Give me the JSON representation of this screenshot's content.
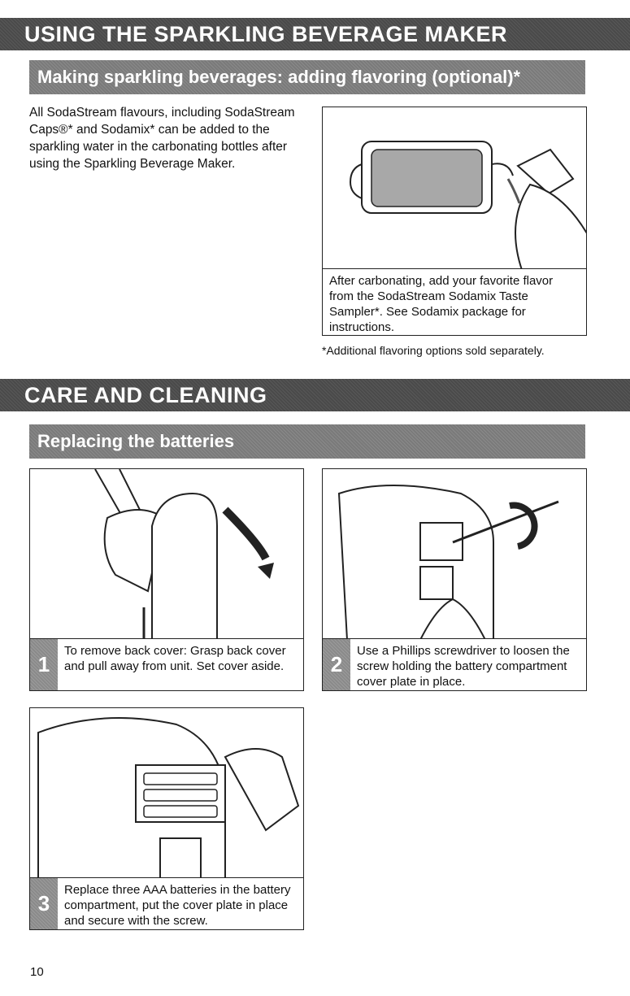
{
  "section1": {
    "banner": "USING THE SPARKLING BEVERAGE MAKER",
    "subheading": "Making sparkling beverages: adding flavoring (optional)*",
    "intro": "All SodaStream flavours, including SodaStream Caps®* and Sodamix* can be added to the sparkling water in the carbonating bottles after using the Sparkling Beverage Maker.",
    "figure_caption": "After carbonating, add your favorite flavor from the SodaStream Sodamix Taste Sampler*. See Sodamix package for instructions.",
    "footnote": "*Additional flavoring options sold separately."
  },
  "section2": {
    "banner": "CARE AND CLEANING",
    "subheading": "Replacing the batteries",
    "steps": [
      {
        "number": "1",
        "text": "To remove back cover: Grasp back cover and pull away from unit. Set cover aside."
      },
      {
        "number": "2",
        "text": "Use a Phillips screwdriver to loosen the screw holding the battery compartment cover plate in place."
      },
      {
        "number": "3",
        "text": "Replace three AAA batteries in the battery compartment, put the cover plate in place and secure with the screw."
      }
    ]
  },
  "page_number": "10"
}
